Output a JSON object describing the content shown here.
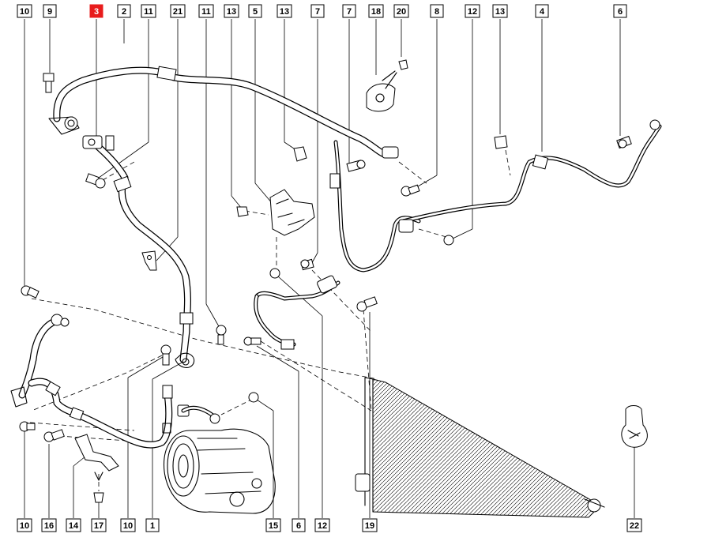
{
  "diagram": {
    "top_callouts": [
      {
        "id": "10-top-a",
        "label": "10"
      },
      {
        "id": "9",
        "label": "9"
      },
      {
        "id": "3",
        "label": "3",
        "highlight": true
      },
      {
        "id": "2",
        "label": "2"
      },
      {
        "id": "11-top-a",
        "label": "11"
      },
      {
        "id": "21",
        "label": "21"
      },
      {
        "id": "11-top-b",
        "label": "11"
      },
      {
        "id": "13-top-a",
        "label": "13"
      },
      {
        "id": "5",
        "label": "5"
      },
      {
        "id": "13-top-b",
        "label": "13"
      },
      {
        "id": "7-top-a",
        "label": "7"
      },
      {
        "id": "7-top-b",
        "label": "7"
      },
      {
        "id": "18",
        "label": "18"
      },
      {
        "id": "20",
        "label": "20"
      },
      {
        "id": "8",
        "label": "8"
      },
      {
        "id": "12-top",
        "label": "12"
      },
      {
        "id": "13-top-c",
        "label": "13"
      },
      {
        "id": "4",
        "label": "4"
      },
      {
        "id": "6-top",
        "label": "6"
      }
    ],
    "bottom_callouts": [
      {
        "id": "10-bot-a",
        "label": "10"
      },
      {
        "id": "16",
        "label": "16"
      },
      {
        "id": "14",
        "label": "14"
      },
      {
        "id": "17",
        "label": "17"
      },
      {
        "id": "10-bot-b",
        "label": "10"
      },
      {
        "id": "1",
        "label": "1"
      },
      {
        "id": "15",
        "label": "15"
      },
      {
        "id": "6-bot",
        "label": "6"
      },
      {
        "id": "12-bot",
        "label": "12"
      },
      {
        "id": "19",
        "label": "19"
      },
      {
        "id": "22",
        "label": "22"
      }
    ],
    "highlighted_part": "3"
  }
}
